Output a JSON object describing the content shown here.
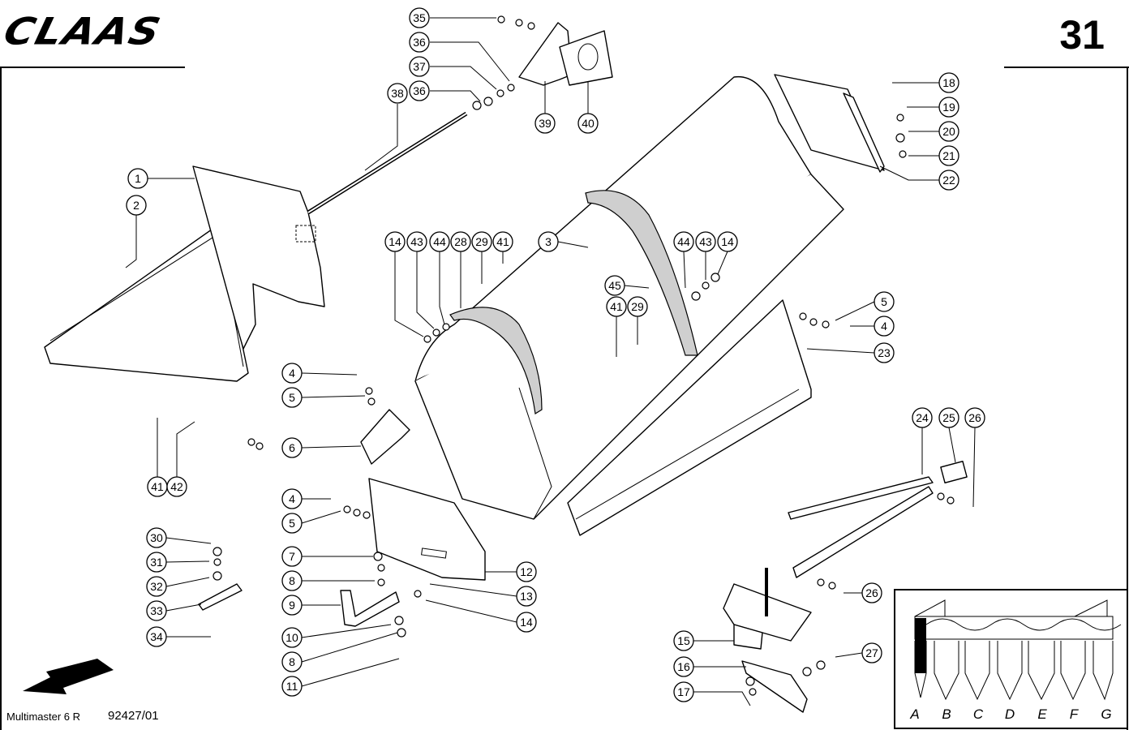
{
  "header": {
    "brand": "CLAAS",
    "page_number": "31"
  },
  "footer": {
    "model": "Multimaster 6 R",
    "drawing_code": "92427/01"
  },
  "callouts": [
    "1",
    "2",
    "3",
    "4",
    "4",
    "4",
    "5",
    "5",
    "5",
    "6",
    "7",
    "8",
    "8",
    "9",
    "10",
    "11",
    "12",
    "13",
    "14",
    "14",
    "14",
    "15",
    "16",
    "17",
    "18",
    "19",
    "20",
    "21",
    "22",
    "23",
    "24",
    "25",
    "26",
    "26",
    "27",
    "28",
    "29",
    "29",
    "30",
    "31",
    "32",
    "33",
    "34",
    "35",
    "36",
    "36",
    "37",
    "38",
    "39",
    "40",
    "41",
    "41",
    "41",
    "42",
    "43",
    "43",
    "44",
    "44",
    "45"
  ],
  "inset": {
    "row_labels": [
      "A",
      "B",
      "C",
      "D",
      "E",
      "F",
      "G"
    ]
  },
  "direction_arrow": "arrow-left-down-icon"
}
